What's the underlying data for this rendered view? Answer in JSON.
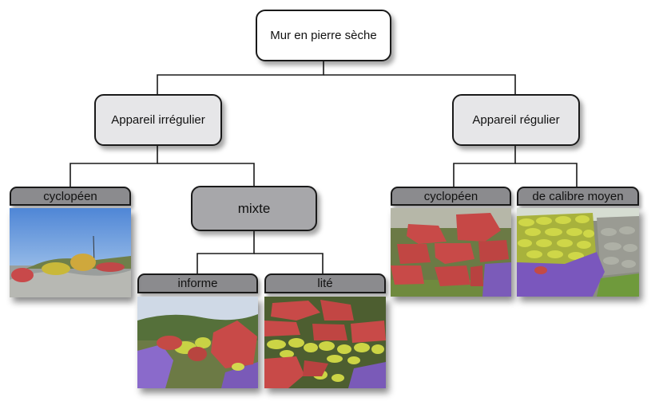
{
  "root": {
    "label": "Mur en pierre sèche"
  },
  "left_branch": {
    "label": "Appareil irrégulier"
  },
  "right_branch": {
    "label": "Appareil régulier"
  },
  "left_children": {
    "cyclopeen": {
      "label": "cyclopéen"
    },
    "mixte": {
      "label": "mixte"
    },
    "informe": {
      "label": "informe"
    },
    "lite": {
      "label": "lité"
    }
  },
  "right_children": {
    "cyclopeen": {
      "label": "cyclopéen"
    },
    "calibre": {
      "label": "de calibre moyen"
    }
  },
  "colors": {
    "stone_red": "#c84a48",
    "stone_yellow": "#c8d040",
    "stone_purple": "#7a55b8",
    "tab_gray": "#8b8b8e",
    "box_light": "#e6e6e8"
  }
}
